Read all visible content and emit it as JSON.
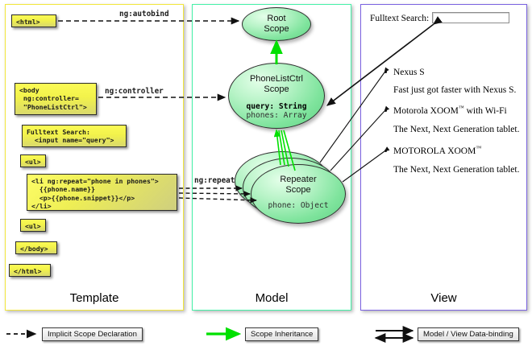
{
  "panels": {
    "template": {
      "label": "Template",
      "accent": "#f2e63c"
    },
    "model": {
      "label": "Model",
      "accent": "#46f0a8"
    },
    "view": {
      "label": "View",
      "accent": "#7a62e0"
    }
  },
  "template_boxes": [
    {
      "id": "html-open",
      "text": "<html>"
    },
    {
      "id": "body-open",
      "text": "<body\n ng:controller=\n \"PhoneListCtrl\">"
    },
    {
      "id": "search",
      "text": "Fulltext Search:\n  <input name=\"query\">"
    },
    {
      "id": "ul-open",
      "text": "<ul>"
    },
    {
      "id": "li-repeat",
      "text": "<li ng:repeat=\"phone in phones\">\n  {{phone.name}}\n  <p>{{phone.snippet}}</p>\n</li>"
    },
    {
      "id": "ul-close",
      "text": "<ul>"
    },
    {
      "id": "body-close",
      "text": "</body>"
    },
    {
      "id": "html-close",
      "text": "</html>"
    }
  ],
  "connector_labels": [
    {
      "id": "ng-autobind",
      "text": "ng:autobind"
    },
    {
      "id": "ng-controller",
      "text": "ng:controller"
    },
    {
      "id": "ng-repeat",
      "text": "ng:repeat"
    }
  ],
  "scopes": [
    {
      "id": "root-scope",
      "title_line1": "Root",
      "title_line2": "Scope",
      "props": []
    },
    {
      "id": "phonelistctrl-scope",
      "title_line1": "PhoneListCtrl",
      "title_line2": "Scope",
      "props": [
        {
          "text": "query: String",
          "bold": true
        },
        {
          "text": "phones: Array",
          "bold": false
        }
      ]
    },
    {
      "id": "repeater-scope",
      "title_line1": "Repeater",
      "title_line2": "Scope",
      "props": [
        {
          "text": "phone: Object",
          "bold": false
        }
      ]
    }
  ],
  "view": {
    "search_label": "Fulltext Search:",
    "search_value": "",
    "items": [
      {
        "name": "Nexus S",
        "trademark": "",
        "suffix": "",
        "snippet": "Fast just got faster with Nexus S."
      },
      {
        "name": "Motorola XOOM",
        "trademark": "™",
        "suffix": " with Wi-Fi",
        "snippet": "The Next, Next Generation tablet."
      },
      {
        "name": "MOTOROLA XOOM",
        "trademark": "™",
        "suffix": "",
        "snippet": "The Next, Next Generation tablet."
      }
    ]
  },
  "legend": [
    {
      "id": "implicit-scope-declaration",
      "label": "Implicit Scope Declaration",
      "style": "dashed-black"
    },
    {
      "id": "scope-inheritance",
      "label": "Scope Inheritance",
      "style": "solid-green",
      "color": "#00e000"
    },
    {
      "id": "model-view-data-binding",
      "label": "Model / View Data-binding",
      "style": "double-black"
    }
  ]
}
